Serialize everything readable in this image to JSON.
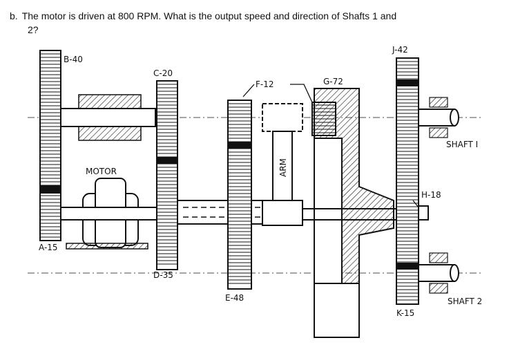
{
  "question": {
    "label": "b.",
    "line1": "The motor is driven at 800 RPM. What is the output speed and direction of Shafts 1 and",
    "line2": "2?"
  },
  "labels": {
    "b40": "B-40",
    "c20": "C-20",
    "f12": "F-12",
    "g72": "G-72",
    "j42": "J-42",
    "motor": "MOTOR",
    "arm": "ARM",
    "h18": "H-18",
    "shaft1": "SHAFT I",
    "a15": "A-15",
    "d35": "D-35",
    "e48": "E-48",
    "k15": "K-15",
    "shaft2": "SHAFT 2"
  },
  "colors": {
    "ink": "#111111",
    "background": "#ffffff"
  }
}
